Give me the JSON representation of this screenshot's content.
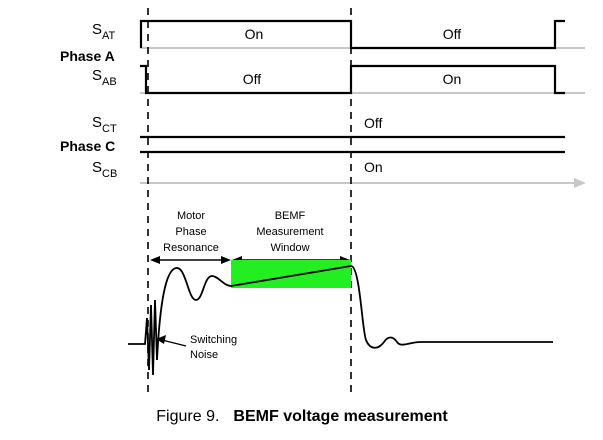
{
  "signals": {
    "sat": {
      "main": "S",
      "sub": "AT"
    },
    "sab": {
      "main": "S",
      "sub": "AB"
    },
    "sct": {
      "main": "S",
      "sub": "CT"
    },
    "scb": {
      "main": "S",
      "sub": "CB"
    }
  },
  "phases": {
    "a": "Phase A",
    "c": "Phase C"
  },
  "states": {
    "sat_1": "On",
    "sat_2": "Off",
    "sab_1": "Off",
    "sab_2": "On",
    "sct": "Off",
    "scb": "On"
  },
  "annotations": {
    "resonance": [
      "Motor",
      "Phase",
      "Resonance"
    ],
    "window": [
      "BEMF",
      "Measurement",
      "Window"
    ],
    "noise": [
      "Switching",
      "Noise"
    ]
  },
  "caption": {
    "prefix": "Figure 9.",
    "title": "BEMF voltage measurement"
  },
  "colors": {
    "window_fill": "#22ee22",
    "gray_line": "#c8c8c8",
    "ink": "#000000"
  }
}
